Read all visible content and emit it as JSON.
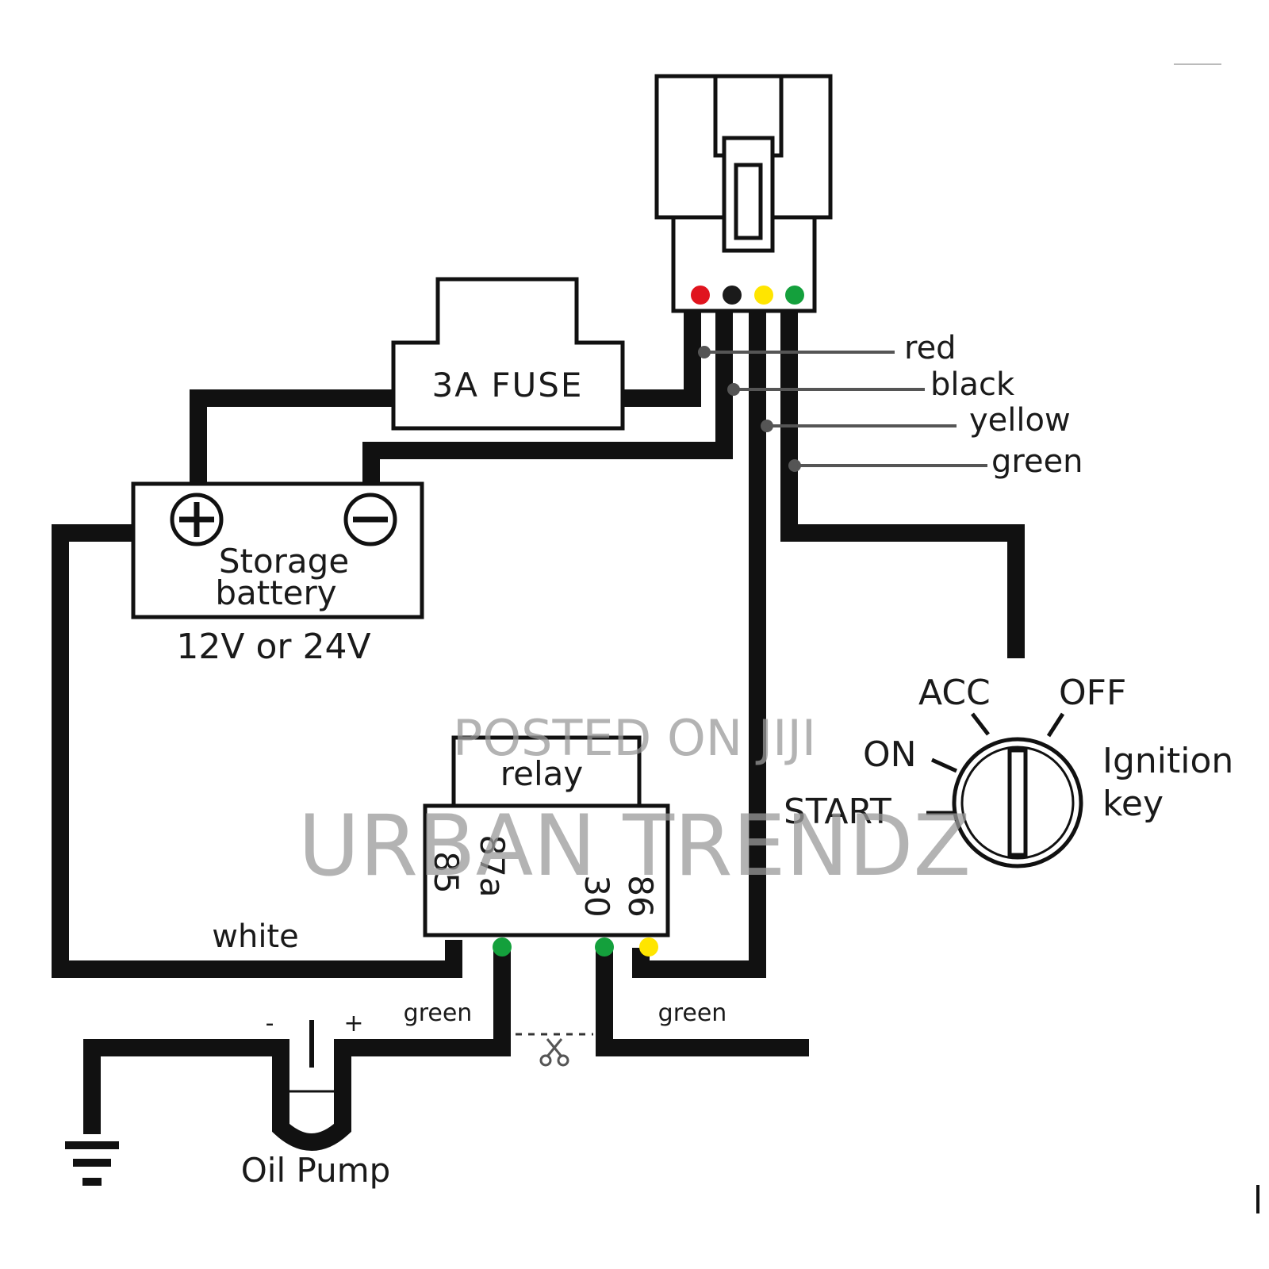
{
  "device": {
    "wire_colors": [
      "red",
      "black",
      "yellow",
      "green"
    ],
    "dot_colors": {
      "red": "#e0141e",
      "black": "#1a1a1a",
      "yellow": "#ffe500",
      "green": "#14a03c"
    }
  },
  "fuse": {
    "label": "3A  FUSE"
  },
  "battery": {
    "label_line1": "Storage",
    "label_line2": "battery",
    "voltage": "12V or  24V"
  },
  "relay": {
    "label": "relay",
    "pins": [
      "85",
      "87a",
      "30",
      "86"
    ]
  },
  "ignition": {
    "label_line1": "Ignition",
    "label_line2": "key",
    "positions": [
      "ACC",
      "OFF",
      "ON",
      "START"
    ]
  },
  "wires": {
    "white": "white",
    "green_left": "green",
    "green_right": "green"
  },
  "oil_pump": {
    "label": "Oil Pump",
    "minus": "-",
    "plus": "+"
  },
  "watermark": {
    "line1": "POSTED ON JIJI",
    "line2": "URBAN TRENDZ"
  }
}
